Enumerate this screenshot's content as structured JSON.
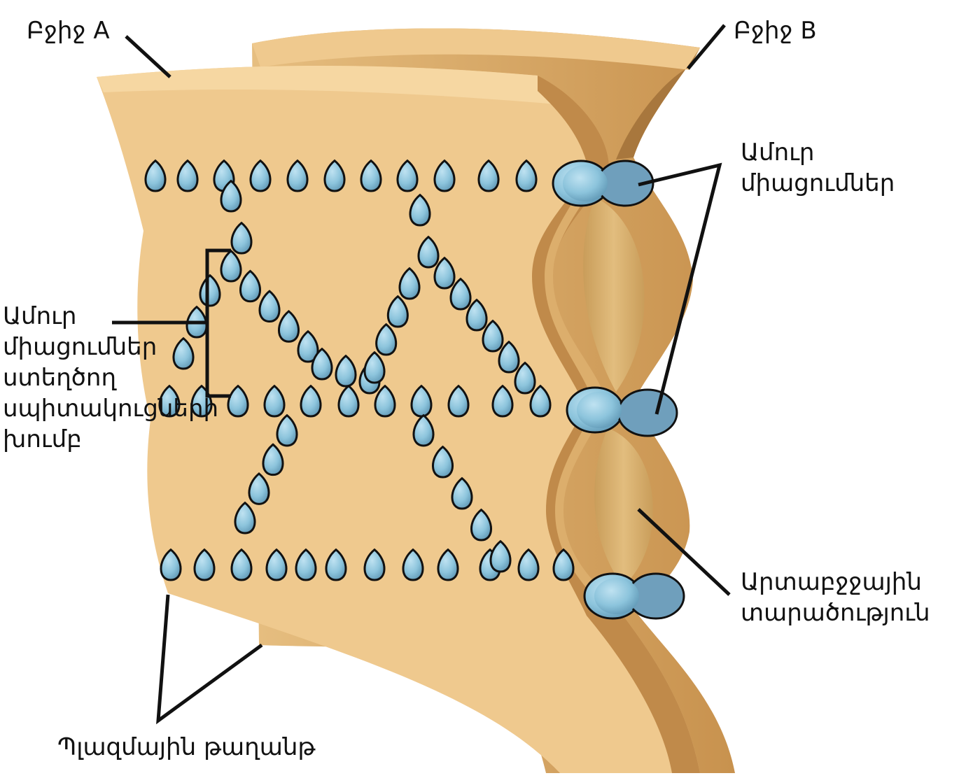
{
  "labels": {
    "cell_a": "Բջիջ A",
    "cell_b": "Բջիջ B",
    "tight_junctions": [
      "Ամուր",
      "միացումներ"
    ],
    "protein_group": [
      "Ամուր",
      "միացումներ",
      "ստեղծող",
      "սպիտակուցների",
      "խումբ"
    ],
    "extracellular_space": [
      "Արտաբջջային",
      "տարածություն"
    ],
    "plasma_membrane": "Պլազմային թաղանթ"
  },
  "colors": {
    "membrane": "#efc98e",
    "membrane_shade": "#c08a4a",
    "membrane_dark": "#a8773d",
    "gap": "#d8b06c",
    "protein": "#8cc4dc",
    "protein_dark": "#5b93b1",
    "outline": "#111111"
  }
}
